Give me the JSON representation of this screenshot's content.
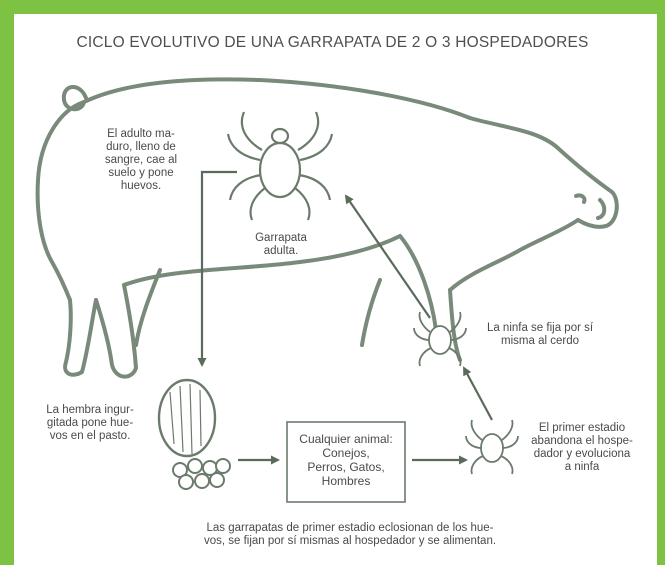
{
  "title": "CICLO EVOLUTIVO DE UNA GARRAPATA DE 2 O 3 HOSPEDADORES",
  "labels": {
    "adult_drop": "El adulto ma-\nduro, lleno de\nsangre, cae al\nsuelo y pone\nhuevos.",
    "adult_tick": "Garrapata\nadulta.",
    "nymph_attach": "La ninfa se fija por sí\nmisma al cerdo",
    "female_eggs": "La hembra ingur-\ngitada pone hue-\nvos en el pasto.",
    "hosts": "Cualquier animal:\nConejos,\nPerros, Gatos,\nHombres",
    "first_stage": "El primer estadio\nabandona el hospe-\ndador y evoluciona\na ninfa",
    "bottom_note": "Las garrapatas de primer estadio eclosionan de los hue-\nvos, se fijan por sí mismas al hospedador y se alimentan."
  },
  "colors": {
    "frame": "#7dc242",
    "line": "#5b6b5b",
    "text": "#4a4a4a"
  }
}
